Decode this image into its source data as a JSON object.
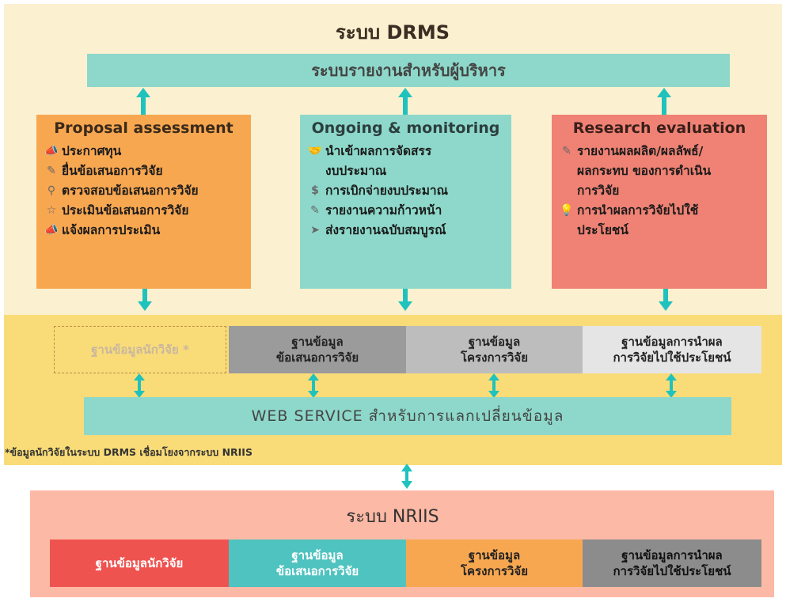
{
  "drms": {
    "title": "ระบบ DRMS",
    "executive_bar": "ระบบรายงานสำหรับผู้บริหาร",
    "panels": [
      {
        "title": "Proposal assessment",
        "items": [
          {
            "icon": "megaphone-icon",
            "label": "ประกาศทุน"
          },
          {
            "icon": "pencil-icon",
            "label": "ยื่นข้อเสนอการวิจัย"
          },
          {
            "icon": "magnifier-icon",
            "label": "ตรวจสอบข้อเสนอการวิจัย"
          },
          {
            "icon": "star-icon",
            "label": "ประเมินข้อเสนอการวิจัย"
          },
          {
            "icon": "megaphone-icon",
            "label": "แจ้งผลการประเมิน"
          }
        ]
      },
      {
        "title": "Ongoing & monitoring",
        "items": [
          {
            "icon": "handshake-icon",
            "label": "นำเข้าผลการจัดสรร"
          },
          {
            "icon": "",
            "label": "งบประมาณ"
          },
          {
            "icon": "money-icon",
            "label": "การเบิกจ่ายงบประมาณ"
          },
          {
            "icon": "pencil-icon",
            "label": "รายงานความก้าวหน้า"
          },
          {
            "icon": "paper-plane-icon",
            "label": "ส่งรายงานฉบับสมบูรณ์"
          }
        ]
      },
      {
        "title": "Research evaluation",
        "items": [
          {
            "icon": "pencil-icon",
            "label": "รายงานผลผลิต/ผลลัพธ์/"
          },
          {
            "icon": "",
            "label": "ผลกระทบ ของการดำเนิน"
          },
          {
            "icon": "",
            "label": "การวิจัย"
          },
          {
            "icon": "lightbulb-icon",
            "label": "การนำผลการวิจัยไปใช้"
          },
          {
            "icon": "",
            "label": "ประโยชน์"
          }
        ]
      }
    ],
    "databases": [
      {
        "line1": "ฐานข้อมูลนักวิจัย *",
        "line2": ""
      },
      {
        "line1": "ฐานข้อมูล",
        "line2": "ข้อเสนอการวิจัย"
      },
      {
        "line1": "ฐานข้อมูล",
        "line2": "โครงการวิจัย"
      },
      {
        "line1": "ฐานข้อมูลการนำผล",
        "line2": "การวิจัยไปใช้ประโยชน์"
      }
    ],
    "web_service": "WEB  SERVICE  สำหรับการแลกเปลี่ยนข้อมูล",
    "note": "*ข้อมูลนักวิจัยในระบบ  DRMS  เชื่อมโยงจากระบบ  NRIIS"
  },
  "nriis": {
    "title": "ระบบ  NRIIS",
    "databases": [
      {
        "line1": "ฐานข้อมูลนักวิจัย",
        "line2": ""
      },
      {
        "line1": "ฐานข้อมูล",
        "line2": "ข้อเสนอการวิจัย"
      },
      {
        "line1": "ฐานข้อมูล",
        "line2": "โครงการวิจัย"
      },
      {
        "line1": "ฐานข้อมูลการนำผล",
        "line2": "การวิจัยไปใช้ประโยชน์"
      }
    ]
  },
  "colors": {
    "drms_bg": "#fbf0cf",
    "db_band": "#f9dc78",
    "nriis_bg": "#fcb9a5",
    "teal": "#8dd8ca",
    "orange": "#f8a751",
    "salmon": "#ef8274",
    "arrow": "#20c2bd",
    "nriis_researcher": "#ef5350",
    "nriis_proposal": "#4fc3c0",
    "nriis_project": "#f8a751",
    "nriis_utilization": "#8c8c8c"
  }
}
